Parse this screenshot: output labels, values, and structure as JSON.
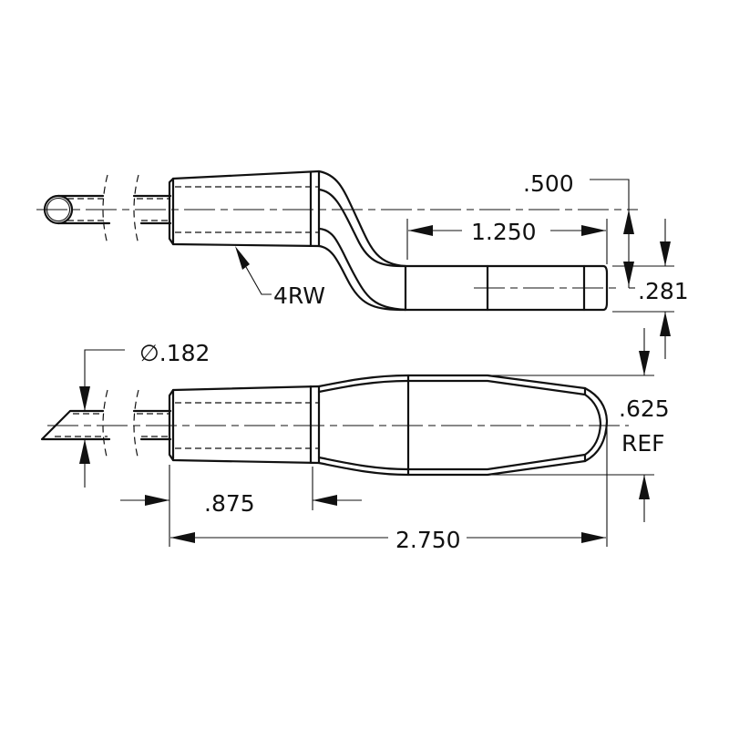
{
  "drawing": {
    "title": "Bent tube handle technical drawing",
    "views": [
      "side-view",
      "top-view"
    ],
    "dimensions": {
      "offset": ".500",
      "flat_length": "1.250",
      "flat_thickness": ".281",
      "weld_callout": "4RW",
      "tube_diameter": "∅.182",
      "grip_length": ".875",
      "width_value": ".625",
      "width_note": "REF",
      "overall_length": "2.750"
    }
  }
}
